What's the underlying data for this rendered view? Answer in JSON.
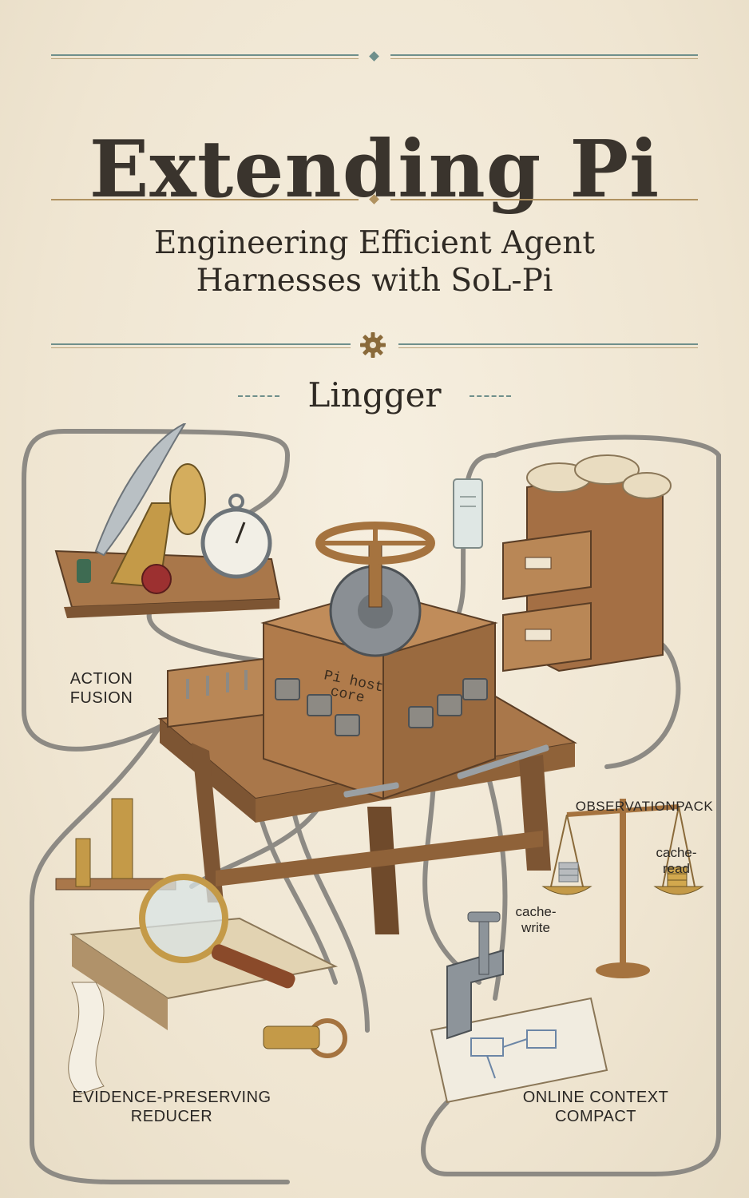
{
  "cover": {
    "title": "Extending Pi",
    "subtitle_lines": [
      "Engineering Efficient Agent",
      "Harnesses with SoL-Pi"
    ],
    "author": "Lingger"
  },
  "illustration": {
    "core_label_lines": [
      "Pi host",
      "core"
    ],
    "labels": {
      "action_fusion": [
        "ACTION",
        "FUSION"
      ],
      "observation_pack": "OBSERVATIONPACK",
      "cache_read": [
        "cache-",
        "read"
      ],
      "cache_write": [
        "cache-",
        "write"
      ],
      "evidence_reducer": [
        "EVIDENCE-PRESERVING",
        "REDUCER"
      ],
      "online_context_compact": [
        "ONLINE CONTEXT",
        "COMPACT"
      ]
    }
  },
  "colors": {
    "paper": "#f1e8d6",
    "ink": "#2f2a24",
    "teal_rule": "#6f8f8b",
    "gold_rule": "#b09260",
    "wood": "#a9774a",
    "brass": "#c49a48"
  }
}
